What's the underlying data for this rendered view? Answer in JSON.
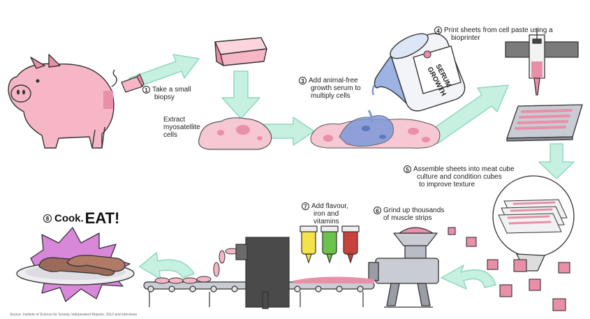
{
  "steps": {
    "s1": {
      "num": "1",
      "line1": "Take a small",
      "line2": "biopsy"
    },
    "extract": {
      "line1": "Extract",
      "line2": "myosatellite",
      "line3": "cells"
    },
    "s3": {
      "num": "3",
      "line1": "Add animal-free",
      "line2": "growth serum to",
      "line3": "multiply cells"
    },
    "s4": {
      "num": "4",
      "line1": "Print sheets from cell paste using a",
      "line2": "bioprinter"
    },
    "s5": {
      "num": "5",
      "line1": "Assemble sheets into meat cube",
      "line2": "culture and condition cubes",
      "line3": "to improve texture"
    },
    "s6": {
      "num": "6",
      "line1": "Grind up thousands",
      "line2": "of muscle strips"
    },
    "s7": {
      "num": "7",
      "line1": "Add flavour,",
      "line2": "iron and",
      "line3": "vitamins"
    },
    "s8": {
      "num": "8",
      "word1": "Cook.",
      "word2": "EAT!"
    }
  },
  "serum_label": {
    "line1": "GROWTH",
    "line2": "SERUM"
  },
  "footer": "Source: Institute of Science for Society, Independent Reports, 2013 and interviews",
  "colors": {
    "pink": "#f6b6c6",
    "pink_dark": "#e98fa8",
    "arrow": "#c6f0e0",
    "arrow_stroke": "#8fd8bf",
    "serum_blue": "#7d9ad8",
    "machine": "#4a4a4a",
    "sausage": "#9a6a5a",
    "starburst": "#d987d9"
  },
  "icons": [
    "pig-icon",
    "tissue-sample-icon",
    "cell-cluster-icon",
    "serum-jar-icon",
    "bioprinter-icon",
    "printed-sheet-icon",
    "sheet-stack-icon",
    "meat-cube-icon",
    "grinder-icon",
    "flavour-dropper-icon",
    "conveyor-belt-icon",
    "sausage-plate-icon",
    "process-arrow-icon"
  ]
}
